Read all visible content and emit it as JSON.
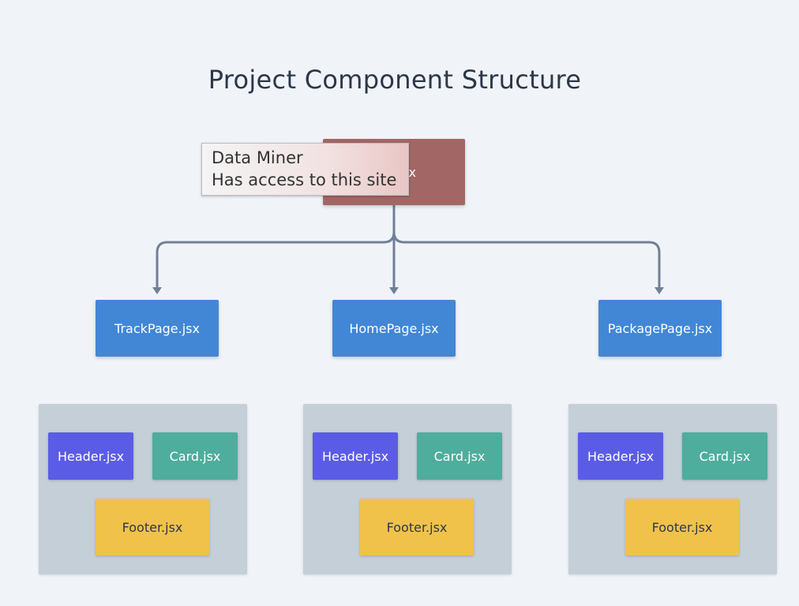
{
  "title": "Project Component Structure",
  "root": {
    "label_fragment": "x"
  },
  "pages": [
    {
      "label": "TrackPage.jsx"
    },
    {
      "label": "HomePage.jsx"
    },
    {
      "label": "PackagePage.jsx"
    }
  ],
  "groups": [
    {
      "header": "Header.jsx",
      "card": "Card.jsx",
      "footer": "Footer.jsx"
    },
    {
      "header": "Header.jsx",
      "card": "Card.jsx",
      "footer": "Footer.jsx"
    },
    {
      "header": "Header.jsx",
      "card": "Card.jsx",
      "footer": "Footer.jsx"
    }
  ],
  "tooltip": {
    "line1": "Data Miner",
    "line2": "Has access to this site"
  },
  "colors": {
    "background": "#f0f4f8",
    "root": "#a26765",
    "page": "#4287d6",
    "header": "#5b5ce6",
    "card": "#4fad9d",
    "footer": "#f0c24a",
    "group": "#c5cfd8",
    "connector": "#718096"
  }
}
